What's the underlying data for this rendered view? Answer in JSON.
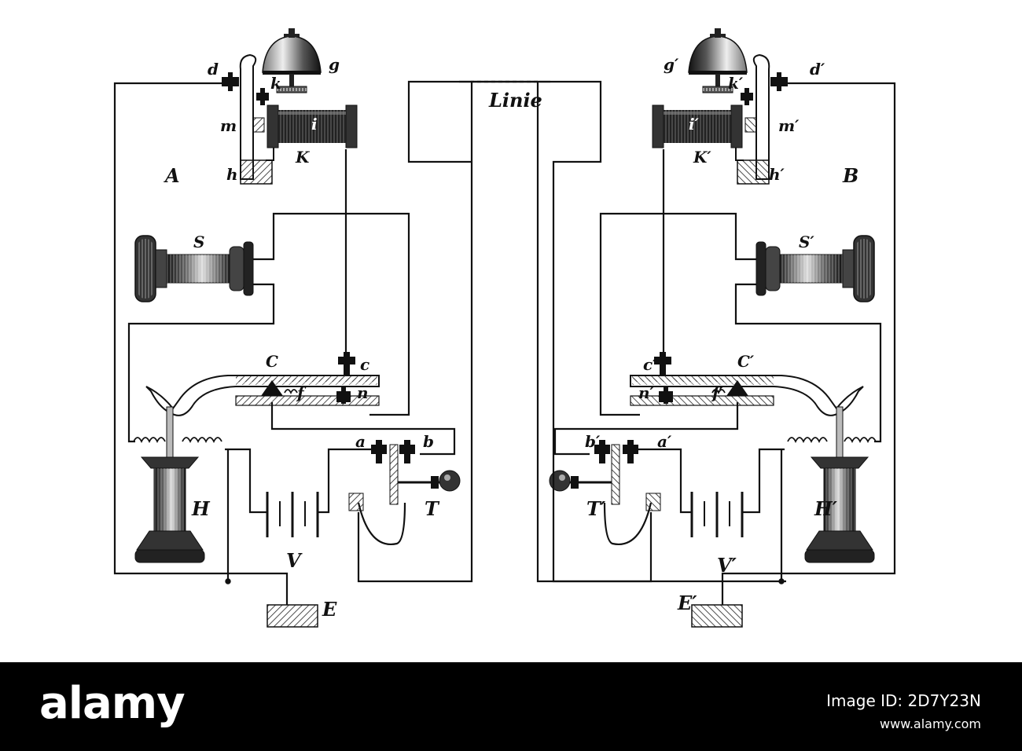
{
  "diagram": {
    "line_label": "Linie",
    "station_a": {
      "station": "A",
      "labels": {
        "d": "d",
        "g": "g",
        "k": "k",
        "m": "m",
        "i": "i",
        "h": "h",
        "K": "K",
        "S": "S",
        "C": "C",
        "c": "c",
        "f": "f",
        "n": "n",
        "a": "a",
        "b": "b",
        "H": "H",
        "V": "V",
        "T": "T",
        "E": "E"
      }
    },
    "station_b": {
      "station": "B",
      "labels": {
        "d": "d′",
        "g": "g′",
        "k": "k′",
        "m": "m′",
        "i": "i′",
        "h": "h′",
        "K": "K′",
        "S": "S′",
        "C": "C′",
        "c": "c′",
        "f": "f′",
        "n": "n′",
        "a": "a′",
        "b": "b′",
        "H": "H′",
        "V": "V′",
        "T": "T′",
        "E": "E′"
      }
    }
  },
  "watermark": {
    "brand": "alamy",
    "image_id": "Image ID: 2D7Y23N",
    "site": "www.alamy.com"
  }
}
